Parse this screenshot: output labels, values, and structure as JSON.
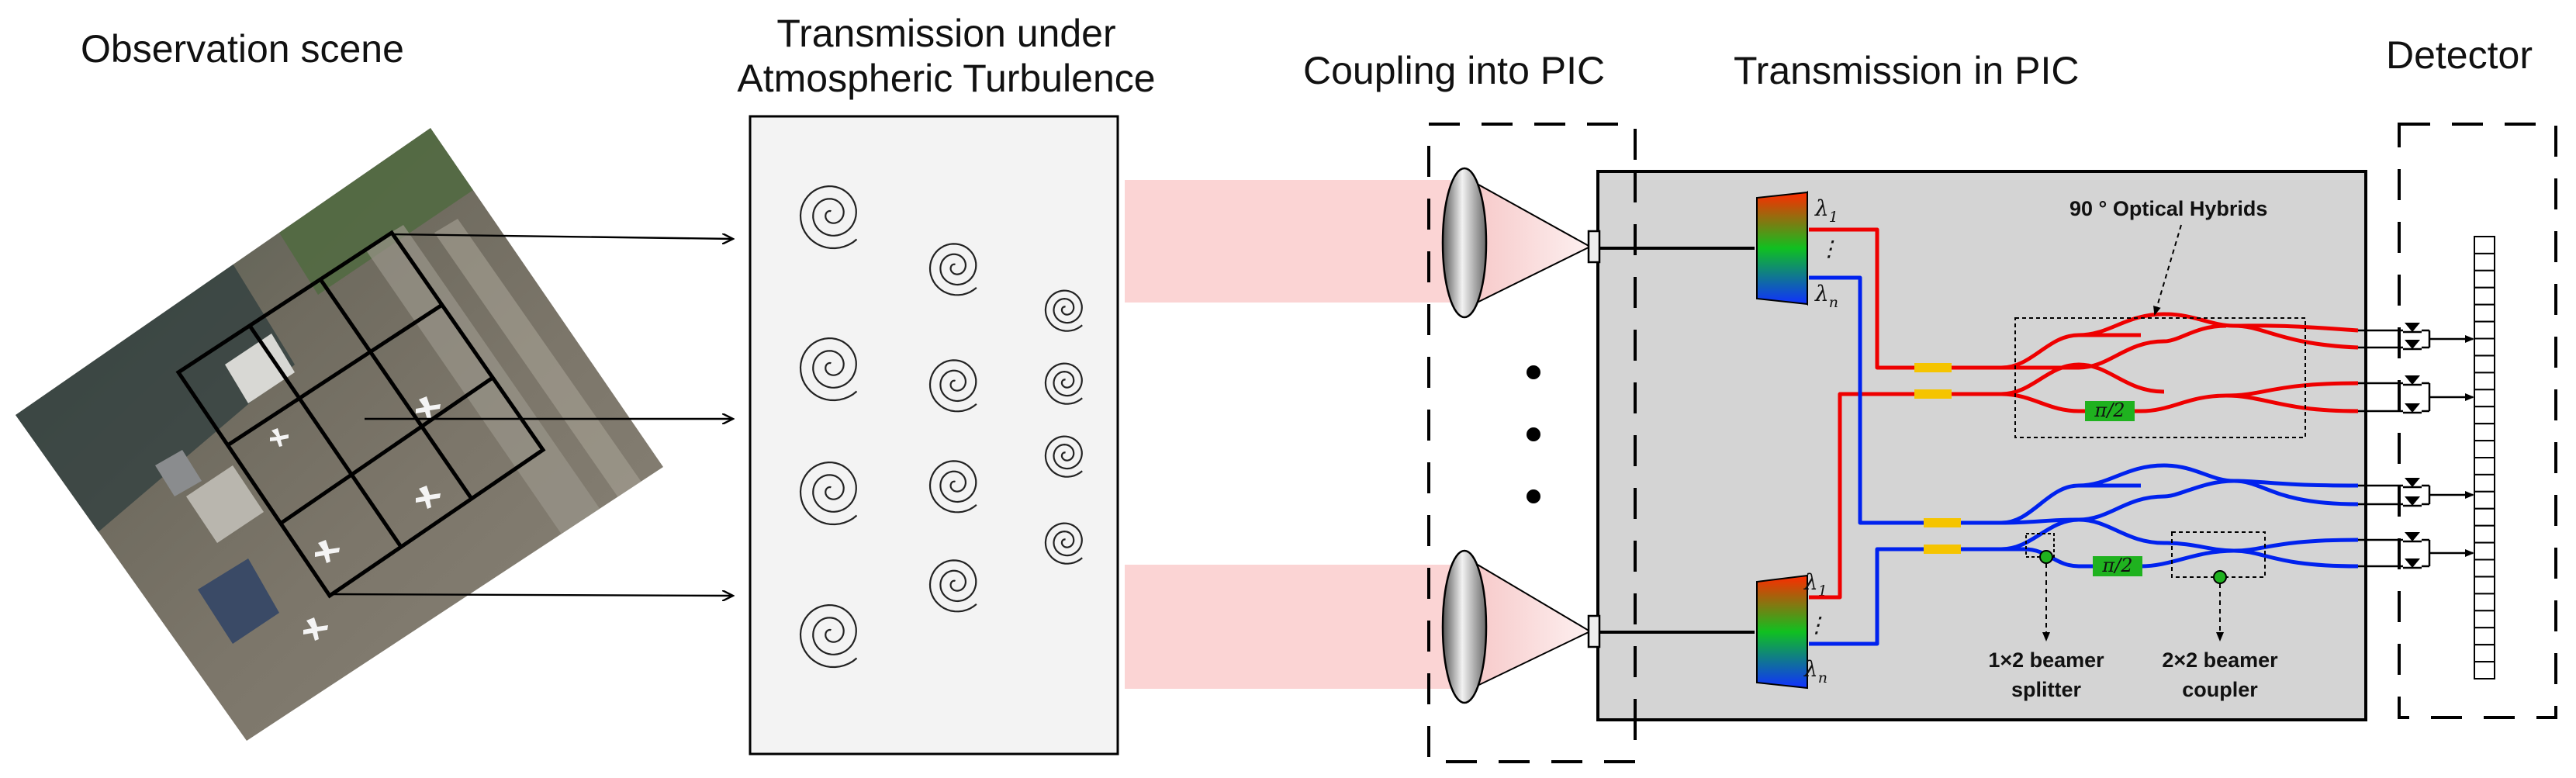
{
  "titles": {
    "observation": "Observation scene",
    "transmission_turbulence_line1": "Transmission under",
    "transmission_turbulence_line2": "Atmospheric Turbulence",
    "coupling": "Coupling into PIC",
    "transmission_pic": "Transmission in PIC",
    "detector": "Detector"
  },
  "labels": {
    "hybrids": "90 ° Optical Hybrids",
    "splitter_line1": "1×2 beamer",
    "splitter_line2": "splitter",
    "coupler_line1": "2×2 beamer",
    "coupler_line2": "coupler",
    "phase_shift": "π/2",
    "lambda": "λ",
    "sub_1": "1",
    "sub_n": "n",
    "dots_vertical": "⋮"
  },
  "colors": {
    "red_waveguide": "#ee0000",
    "blue_waveguide": "#0022ee",
    "pic_fill": "#d4d4d4",
    "turbulence_fill": "#f3f3f3",
    "beam": "#fbd4d4",
    "phase_shifter": "#1fb21f",
    "gold_coupler": "#f5c400"
  }
}
